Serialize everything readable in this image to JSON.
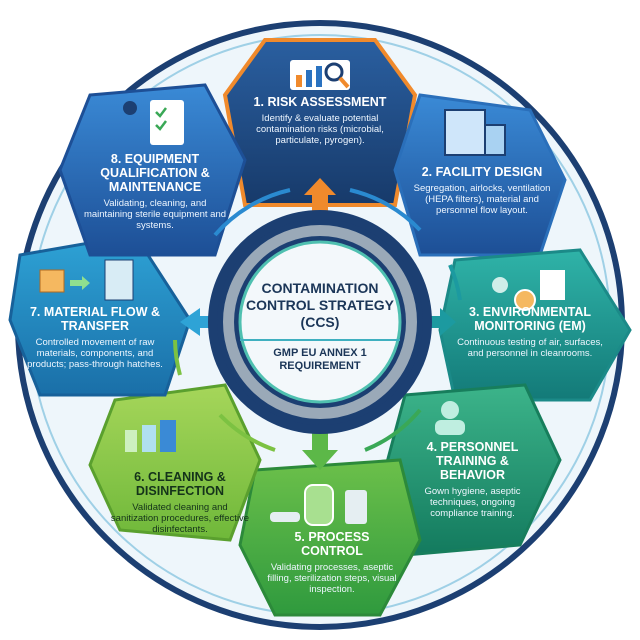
{
  "center": {
    "title": "CONTAMINATION CONTROL STRATEGY (CCS)",
    "subtitle": "GMP EU ANNEX 1 REQUIREMENT"
  },
  "colors": {
    "navy": "#1c3f72",
    "blue": "#2a72c0",
    "teal": "#1c9aa0",
    "green": "#3aa856",
    "lime": "#7cc242",
    "orange": "#f08a2c"
  },
  "panels": [
    {
      "title": "1. Risk Assessment",
      "desc": "Identify & evaluate potential contamination risks (microbial, particulate, pyrogen).",
      "icon": "chart-magnifier-icon"
    },
    {
      "title": "2. Facility Design",
      "desc": "Segregation, airlocks, ventilation (HEPA filters), material and personnel flow layout.",
      "icon": "building-icon"
    },
    {
      "title": "3. Environmental Monitoring (EM)",
      "desc": "Continuous testing of air, surfaces, and personnel in cleanrooms.",
      "icon": "technician-petri-dish-icon"
    },
    {
      "title": "4. Personnel Training & Behavior",
      "desc": "Gown hygiene, aseptic techniques, ongoing compliance training.",
      "icon": "gowned-person-icon"
    },
    {
      "title": "5. Process Control",
      "desc": "Validating processes, aseptic filling, sterilization steps, visual inspection.",
      "icon": "process-equipment-icon"
    },
    {
      "title": "6. Cleaning & Disinfection",
      "desc": "Validated cleaning and sanitization procedures, effective disinfectants.",
      "icon": "spray-bottles-icon"
    },
    {
      "title": "7. Material Flow & Transfer",
      "desc": "Controlled movement of raw materials, components, and products; pass-through hatches.",
      "icon": "box-pass-through-icon"
    },
    {
      "title": "8. Equipment Qualification & Maintenance",
      "desc": "Validating, cleaning, and maintaining sterile equipment and systems.",
      "icon": "technician-checklist-icon"
    }
  ]
}
